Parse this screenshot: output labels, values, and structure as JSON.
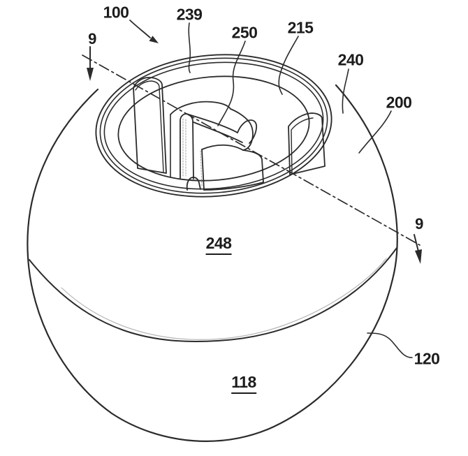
{
  "figure": {
    "kind": "patent-line-drawing",
    "description": "Perspective view of a hollow spherical ball with a circular top opening, rolled rim, internal vanes and a central hooked post, shown with section line 9-9",
    "colors": {
      "line": "#2b2b2b",
      "light_line": "#b5b5b5",
      "background": "#ffffff",
      "text": "#1c1c1c"
    },
    "labels": [
      {
        "id": "ref-100",
        "text": "100"
      },
      {
        "id": "ref-239",
        "text": "239"
      },
      {
        "id": "ref-250",
        "text": "250"
      },
      {
        "id": "ref-215",
        "text": "215"
      },
      {
        "id": "ref-240",
        "text": "240"
      },
      {
        "id": "ref-200",
        "text": "200"
      },
      {
        "id": "ref-248",
        "text": "248"
      },
      {
        "id": "ref-118",
        "text": "118"
      },
      {
        "id": "ref-120",
        "text": "120"
      },
      {
        "id": "section-left",
        "text": "9"
      },
      {
        "id": "section-right",
        "text": "9"
      }
    ]
  }
}
